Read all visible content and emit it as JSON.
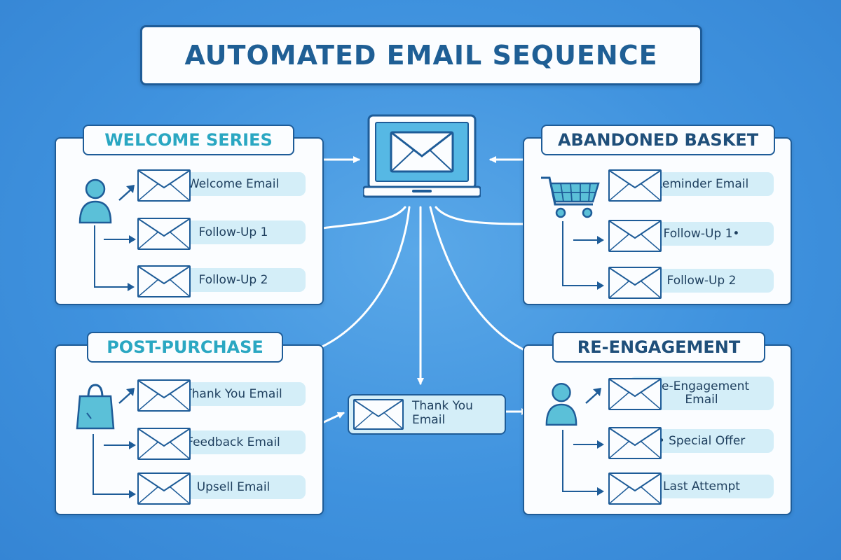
{
  "title": "AUTOMATED EMAIL SEQUENCE",
  "colors": {
    "background": "#3f92de",
    "navy": "#1e5c98",
    "cyan": "#2aa7c2",
    "pill": "#d4eef8",
    "icon_fill": "#5bc0d8"
  },
  "center": {
    "icon": "laptop-envelope-icon",
    "hub_email": "Thank You Email"
  },
  "sequences": {
    "welcome": {
      "title": "WELCOME SERIES",
      "icon": "user-icon",
      "emails": [
        "Welcome Email",
        "Follow-Up 1",
        "Follow-Up 2"
      ]
    },
    "abandoned": {
      "title": "ABANDONED BASKET",
      "icon": "shopping-cart-icon",
      "emails": [
        "Reminder Email",
        "Follow-Up 1•",
        "Follow-Up 2"
      ]
    },
    "post_purchase": {
      "title": "POST-PURCHASE",
      "icon": "shopping-bag-icon",
      "emails": [
        "Thank You Email",
        "Feedback Email",
        "Upsell Email"
      ]
    },
    "reengagement": {
      "title": "RE-ENGAGEMENT",
      "icon": "user-icon",
      "emails": [
        "Re-Engagement Email",
        "• Special Offer",
        "Last Attempt"
      ]
    }
  }
}
